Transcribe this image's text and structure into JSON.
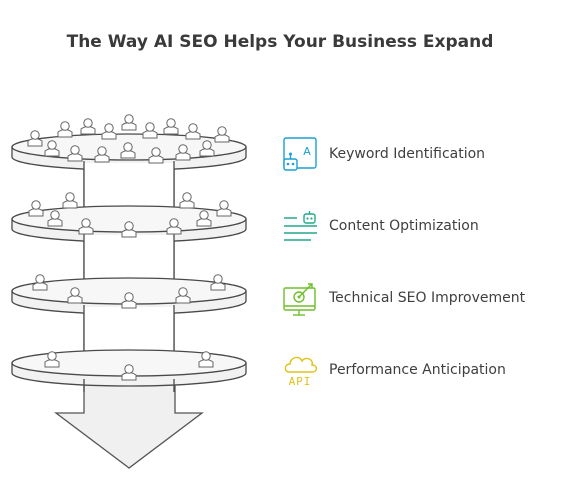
{
  "title": "The Way AI SEO Helps Your Business Expand",
  "items": [
    {
      "label": "Keyword Identification",
      "icon": "ai-robot-icon",
      "color": "#1a9fd4"
    },
    {
      "label": "Content Optimization",
      "icon": "content-robot-icon",
      "color": "#22a88a"
    },
    {
      "label": "Technical SEO Improvement",
      "icon": "monitor-target-icon",
      "color": "#6fbf2a"
    },
    {
      "label": "Performance Anticipation",
      "icon": "cloud-api-icon",
      "color": "#e0c21a"
    }
  ],
  "api_text": "API",
  "colors": {
    "outline": "#4a4a4a",
    "fill": "#f2f2f2",
    "person": "#ffffff"
  }
}
